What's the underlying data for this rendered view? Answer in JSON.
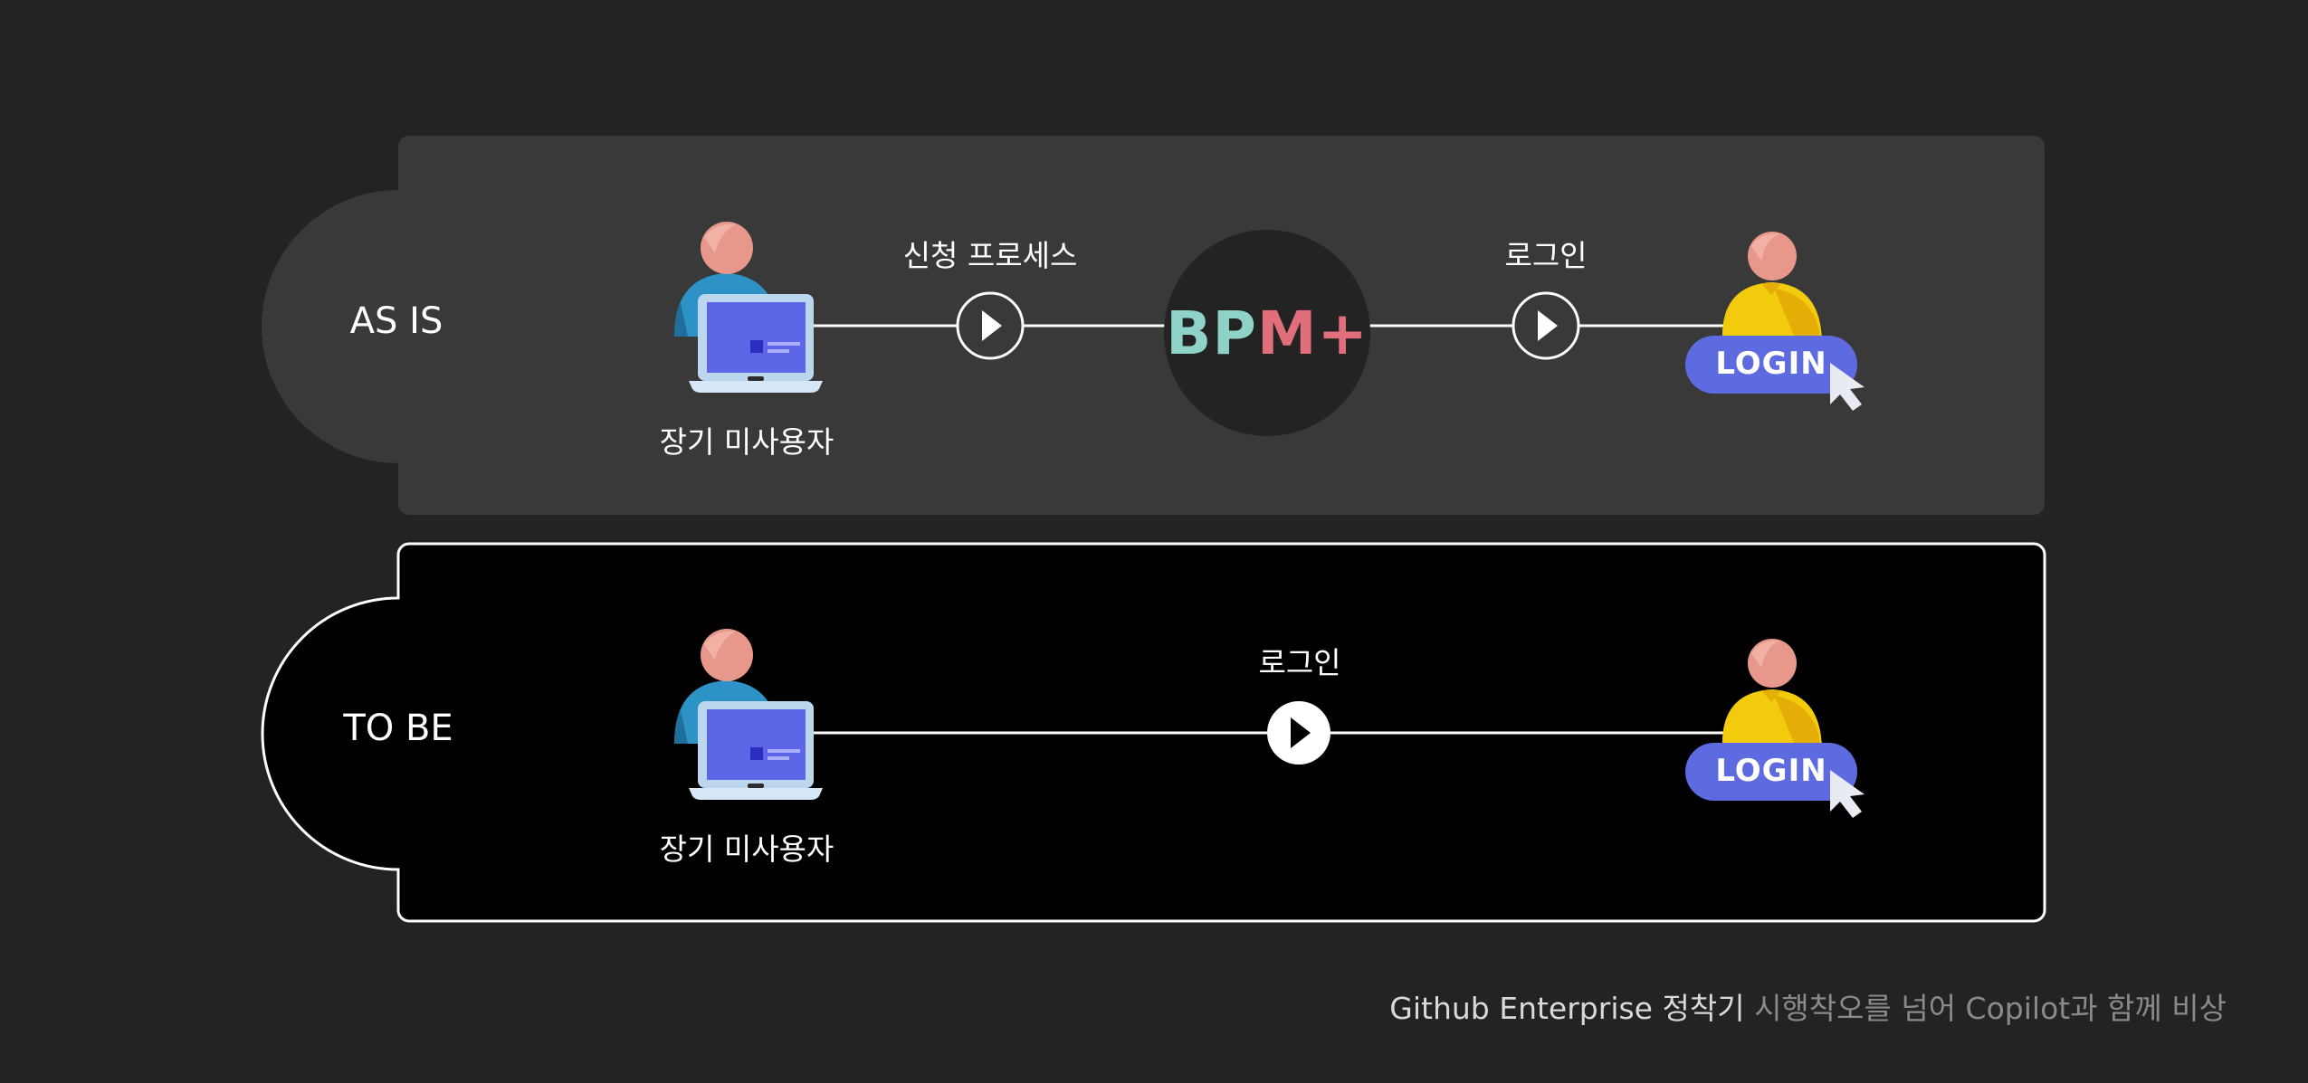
{
  "rows": [
    {
      "label": "AS IS",
      "user_label": "장기 미사용자",
      "edges": [
        "신청 프로세스",
        "로그인"
      ],
      "system": {
        "name": "BPM+",
        "letters": [
          "B",
          "P",
          "M",
          "+"
        ],
        "letter_colors": [
          "#8fd3c8",
          "#8fd3c8",
          "#e06f7b",
          "#e06f7b"
        ]
      },
      "login_label": "LOGIN"
    },
    {
      "label": "TO BE",
      "user_label": "장기 미사용자",
      "edges": [
        "로그인"
      ],
      "login_label": "LOGIN"
    }
  ],
  "footer": {
    "main": "Github Enterprise 정착기",
    "sub": "시행착오를 넘어 Copilot과 함께 비상"
  },
  "colors": {
    "background": "#232323",
    "as_is_panel": "#393939",
    "to_be_panel": "#000000",
    "system_circle": "#232323",
    "login_button": "#5e6adf",
    "person_body": "#f2cc0c",
    "person_head": "#e8988a",
    "laptop_screen": "#5e66e8"
  },
  "icons": [
    "user-laptop-icon",
    "play-icon",
    "login-user-icon",
    "cursor-icon"
  ]
}
